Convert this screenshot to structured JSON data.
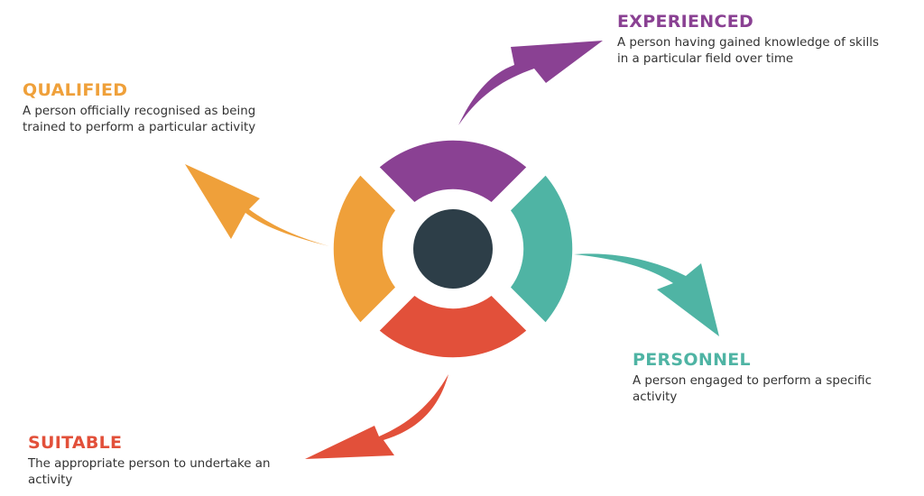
{
  "colors": {
    "experienced": "#8A4193",
    "qualified": "#EFA03A",
    "personnel": "#4FB4A4",
    "suitable": "#E2503A",
    "center": "#2D3E48",
    "text": "#333333"
  },
  "labels": {
    "experienced": {
      "title": "EXPERIENCED",
      "description": "A person having gained knowledge of skills in a particular field over time"
    },
    "qualified": {
      "title": "QUALIFIED",
      "description": "A person officially recognised as being trained to perform a particular activity"
    },
    "personnel": {
      "title": "PERSONNEL",
      "description": "A person engaged to perform a specific activity"
    },
    "suitable": {
      "title": "SUITABLE",
      "description": "The appropriate person to undertake an activity"
    }
  }
}
